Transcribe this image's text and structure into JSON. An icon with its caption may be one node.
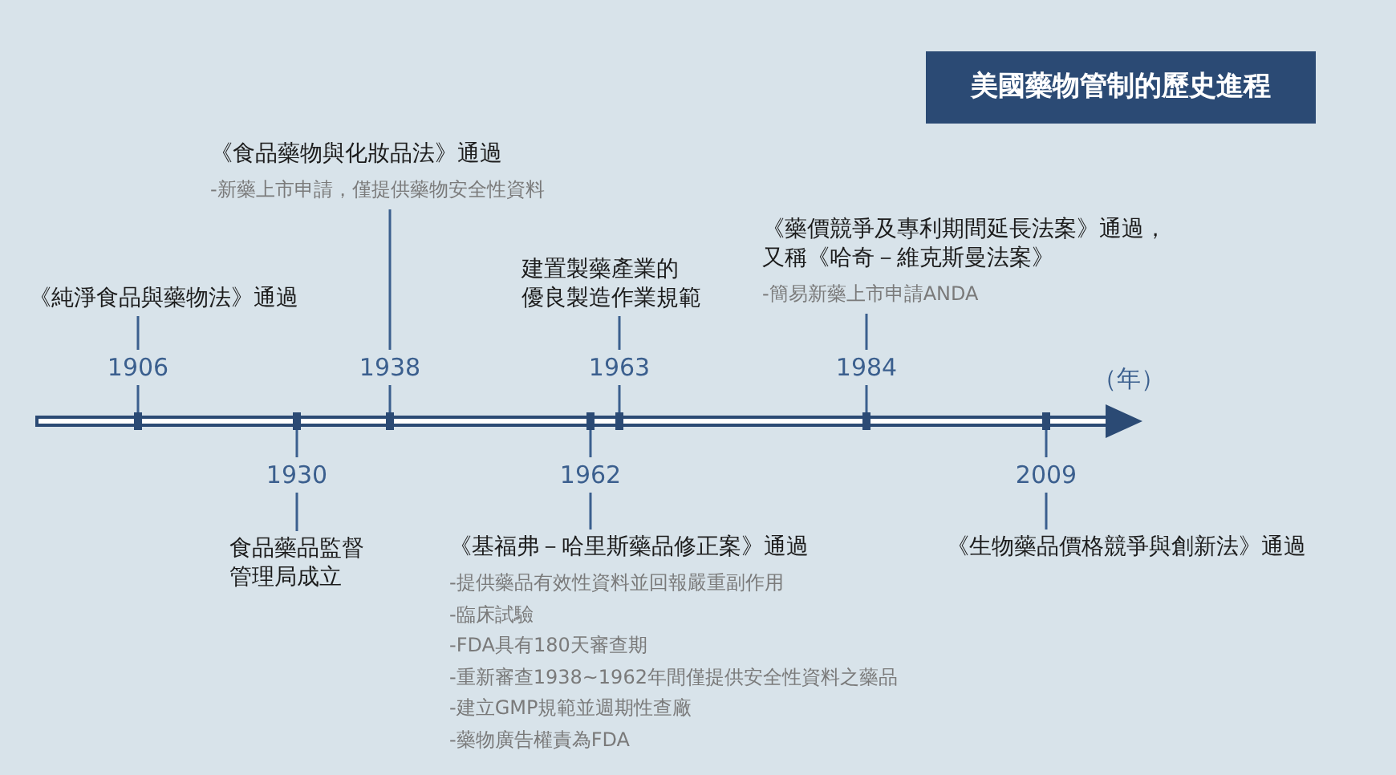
{
  "diagram": {
    "title": "美國藥物管制的歷史進程",
    "nodes": [
      {
        "text": [
          "《純淨食品與藥物法》通過"
        ]
      },
      {
        "text": [
          "1906"
        ]
      },
      {
        "text": [],
        "shape": "box"
      },
      {
        "text": [],
        "shape": "box"
      },
      {
        "text": [
          "1930"
        ]
      },
      {
        "text": [
          "食品藥品監督管理局成立"
        ]
      },
      {
        "text": [
          "《食品藥物與化妝品法》通過",
          "-新藥上市申請，僅提供藥物安全性資料"
        ]
      },
      {
        "text": [
          "1938"
        ]
      },
      {
        "text": [],
        "shape": "box"
      },
      {
        "text": [],
        "shape": "box"
      },
      {
        "text": [
          "1962"
        ]
      },
      {
        "text": [
          "《基福弗－哈里斯藥品修正案》通過",
          "-提供藥品有效性資料並回報嚴重副作用",
          "-臨床試驗",
          "-FDA具有180天審查期",
          "-重新審查1938~1962年間僅提供安全性資料之藥品",
          "-建立GMP規範並週期性查廠",
          "-藥物廣告權責為FDA"
        ]
      },
      {
        "text": [
          "建置製藥產業的優良製造作業規範"
        ]
      },
      {
        "text": [
          "1963"
        ]
      },
      {
        "text": [],
        "shape": "box"
      },
      {
        "text": [
          "《藥價競爭及專利期間延長法案》通過，又稱《哈奇－維克斯曼法案》",
          "-簡易新藥上市申請ANDA"
        ]
      },
      {
        "text": [
          "1984"
        ]
      },
      {
        "text": [],
        "shape": "box"
      },
      {
        "text": [],
        "shape": "box"
      },
      {
        "text": [
          "2009"
        ]
      },
      {
        "text": [
          "《生物藥品價格競爭與創新法》通過"
        ]
      }
    ],
    "edges": [
      {
        "from": 0,
        "to": 1,
        "arrow": "none"
      },
      {
        "from": 1,
        "to": 2,
        "arrow": "none"
      },
      {
        "from": 3,
        "to": 4,
        "arrow": "none"
      },
      {
        "from": 4,
        "to": 5,
        "arrow": "none"
      },
      {
        "from": 6,
        "to": 7,
        "arrow": "none"
      },
      {
        "from": 7,
        "to": 8,
        "arrow": "none"
      },
      {
        "from": 9,
        "to": 10,
        "arrow": "none"
      },
      {
        "from": 10,
        "to": 11,
        "arrow": "none"
      },
      {
        "from": 12,
        "to": 13,
        "arrow": "none"
      },
      {
        "from": 13,
        "to": 14,
        "arrow": "none"
      },
      {
        "from": 15,
        "to": 16,
        "arrow": "none"
      },
      {
        "from": 16,
        "to": 17,
        "arrow": "none"
      },
      {
        "from": 18,
        "to": 19,
        "arrow": "none"
      },
      {
        "from": 19,
        "to": 20,
        "arrow": "none"
      }
    ],
    "labels": [
      "（年）"
    ]
  }
}
